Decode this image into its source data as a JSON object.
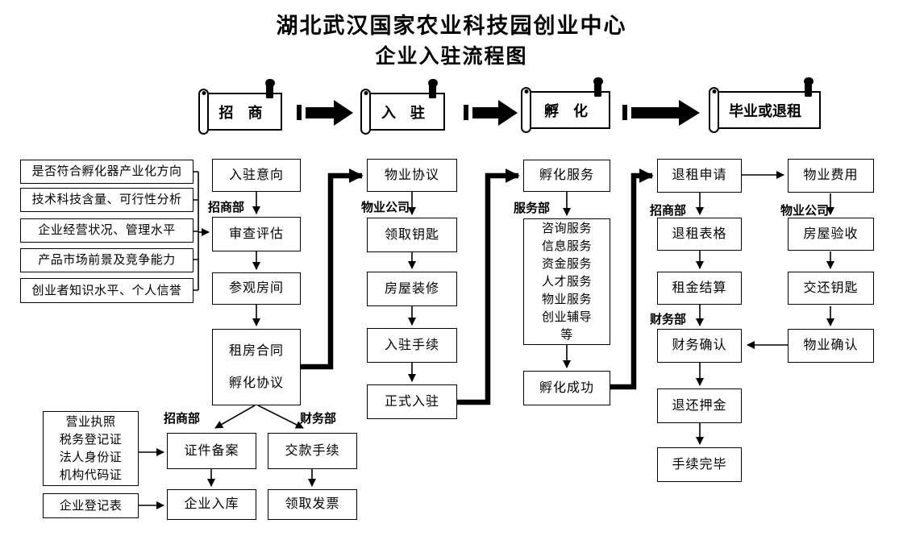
{
  "title": {
    "line1": "湖北武汉国家农业科技园创业中心",
    "line2": "企业入驻流程图"
  },
  "banners": {
    "recruit": "招　商",
    "movein": "入　驻",
    "incubate": "孵　化",
    "graduate": "毕业或退租"
  },
  "criteria": {
    "items": [
      "是否符合孵化器产业化方向",
      "技术科技含量、可行性分析",
      "企业经营状况、管理水平",
      "产品市场前景及竞争能力",
      "创业者知识水平、个人信誉"
    ]
  },
  "recruit_col": {
    "dept": "招商部",
    "intent": "入驻意向",
    "review": "审查评估",
    "visit": "参观房间",
    "contract_line1": "租房合同",
    "contract_line2": "孵化协议"
  },
  "registration": {
    "dept_recruit": "招商部",
    "dept_finance": "财务部",
    "docs": [
      "营业执照",
      "税务登记证",
      "法人身份证",
      "机构代码证"
    ],
    "reg_form": "企业登记表",
    "cert_filing": "证件备案",
    "enterprise_store": "企业入库",
    "payment": "交款手续",
    "invoice": "领取发票"
  },
  "movein_col": {
    "dept": "物业公司",
    "agreement": "物业协议",
    "keys": "领取钥匙",
    "renovation": "房屋装修",
    "procedure": "入驻手续",
    "official": "正式入驻"
  },
  "incubate_col": {
    "dept": "服务部",
    "service": "孵化服务",
    "service_items": [
      "咨询服务",
      "信息服务",
      "资金服务",
      "人才服务",
      "物业服务",
      "创业辅导",
      "等"
    ],
    "success": "孵化成功"
  },
  "exit_col": {
    "dept_recruit": "招商部",
    "dept_finance": "财务部",
    "dept_property": "物业公司",
    "apply": "退租申请",
    "form": "退租表格",
    "rent_settlement": "租金结算",
    "finance_confirm": "财务确认",
    "deposit_return": "退还押金",
    "complete": "手续完毕",
    "property_fee": "物业费用",
    "house_inspection": "房屋验收",
    "return_keys": "交还钥匙",
    "property_confirm": "物业确认"
  },
  "colors": {
    "line": "#000000",
    "background": "#ffffff"
  }
}
